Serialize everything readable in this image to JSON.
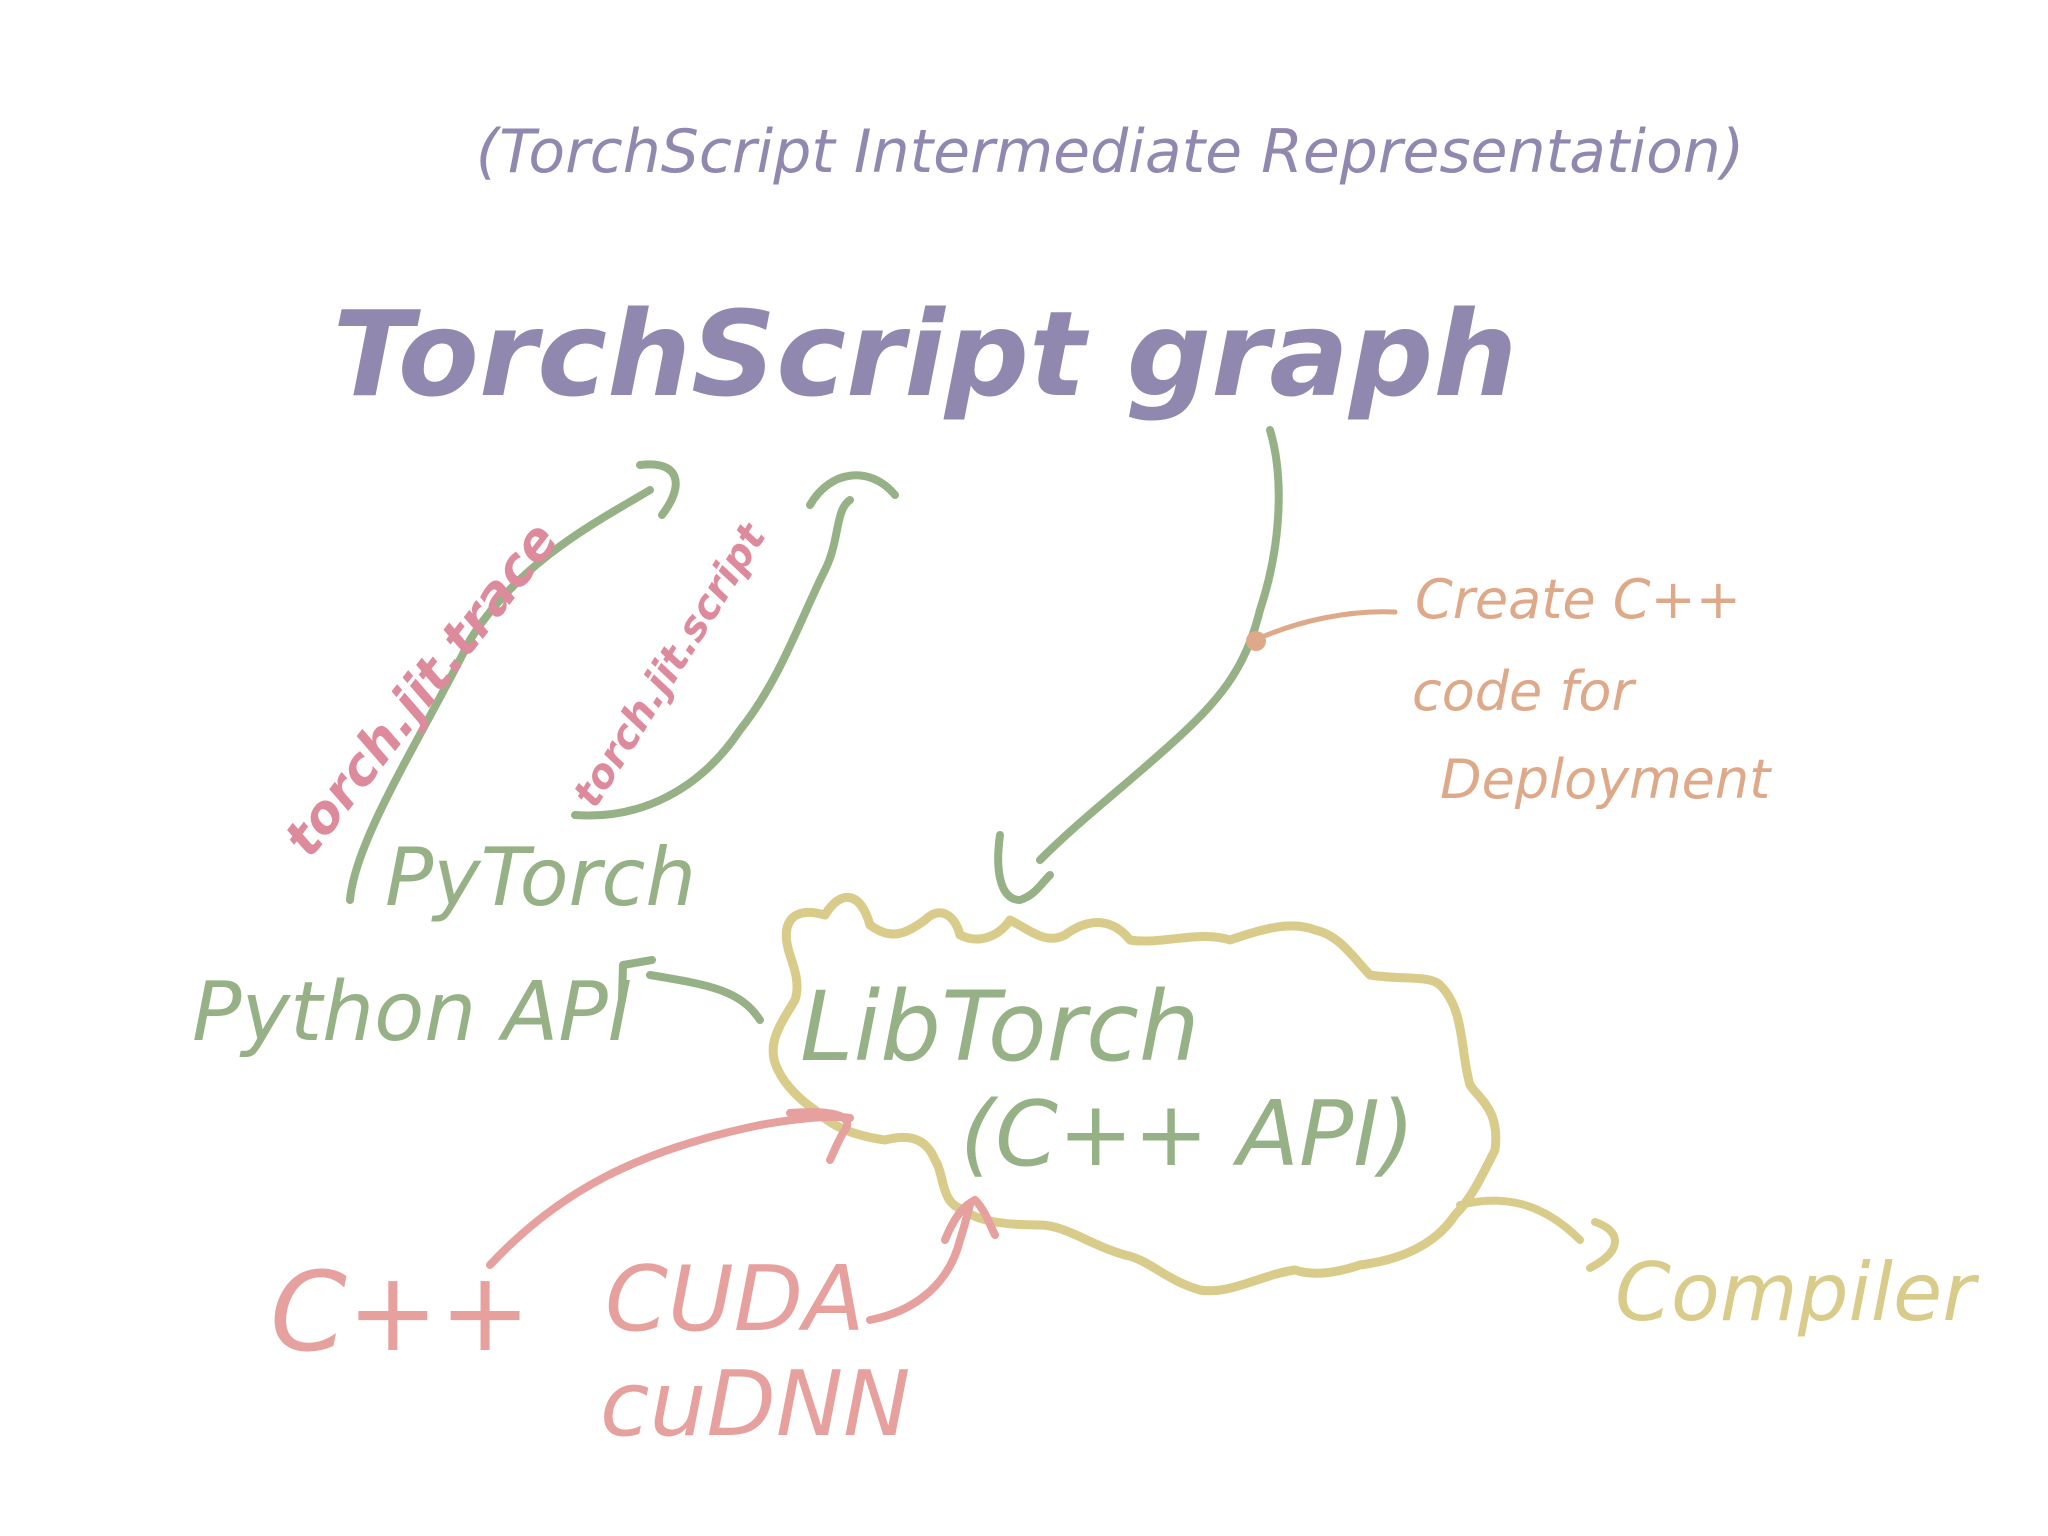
{
  "colors": {
    "purple": "#9188b0",
    "green": "#97b187",
    "pink": "#dd8a9c",
    "salmon": "#e6a09e",
    "tan": "#dda989",
    "yellow": "#d9cc8a"
  },
  "diagram": {
    "subtitle": "(TorchScript Intermediate Representation)",
    "title": "TorchScript graph",
    "trace_label": "torch.jit.trace",
    "script_label": "torch.jit.script",
    "pytorch_label": "PyTorch",
    "python_api_label": "Python API",
    "libtorch_label": "LibTorch",
    "cpp_api_label": "(C++ API)",
    "deploy_line1": "Create C++",
    "deploy_line2": "code for",
    "deploy_line3": "Deployment",
    "cpp_label": "C++",
    "cuda_label": "CUDA",
    "cudnn_label": "cuDNN",
    "compiler_label": "Compiler"
  }
}
